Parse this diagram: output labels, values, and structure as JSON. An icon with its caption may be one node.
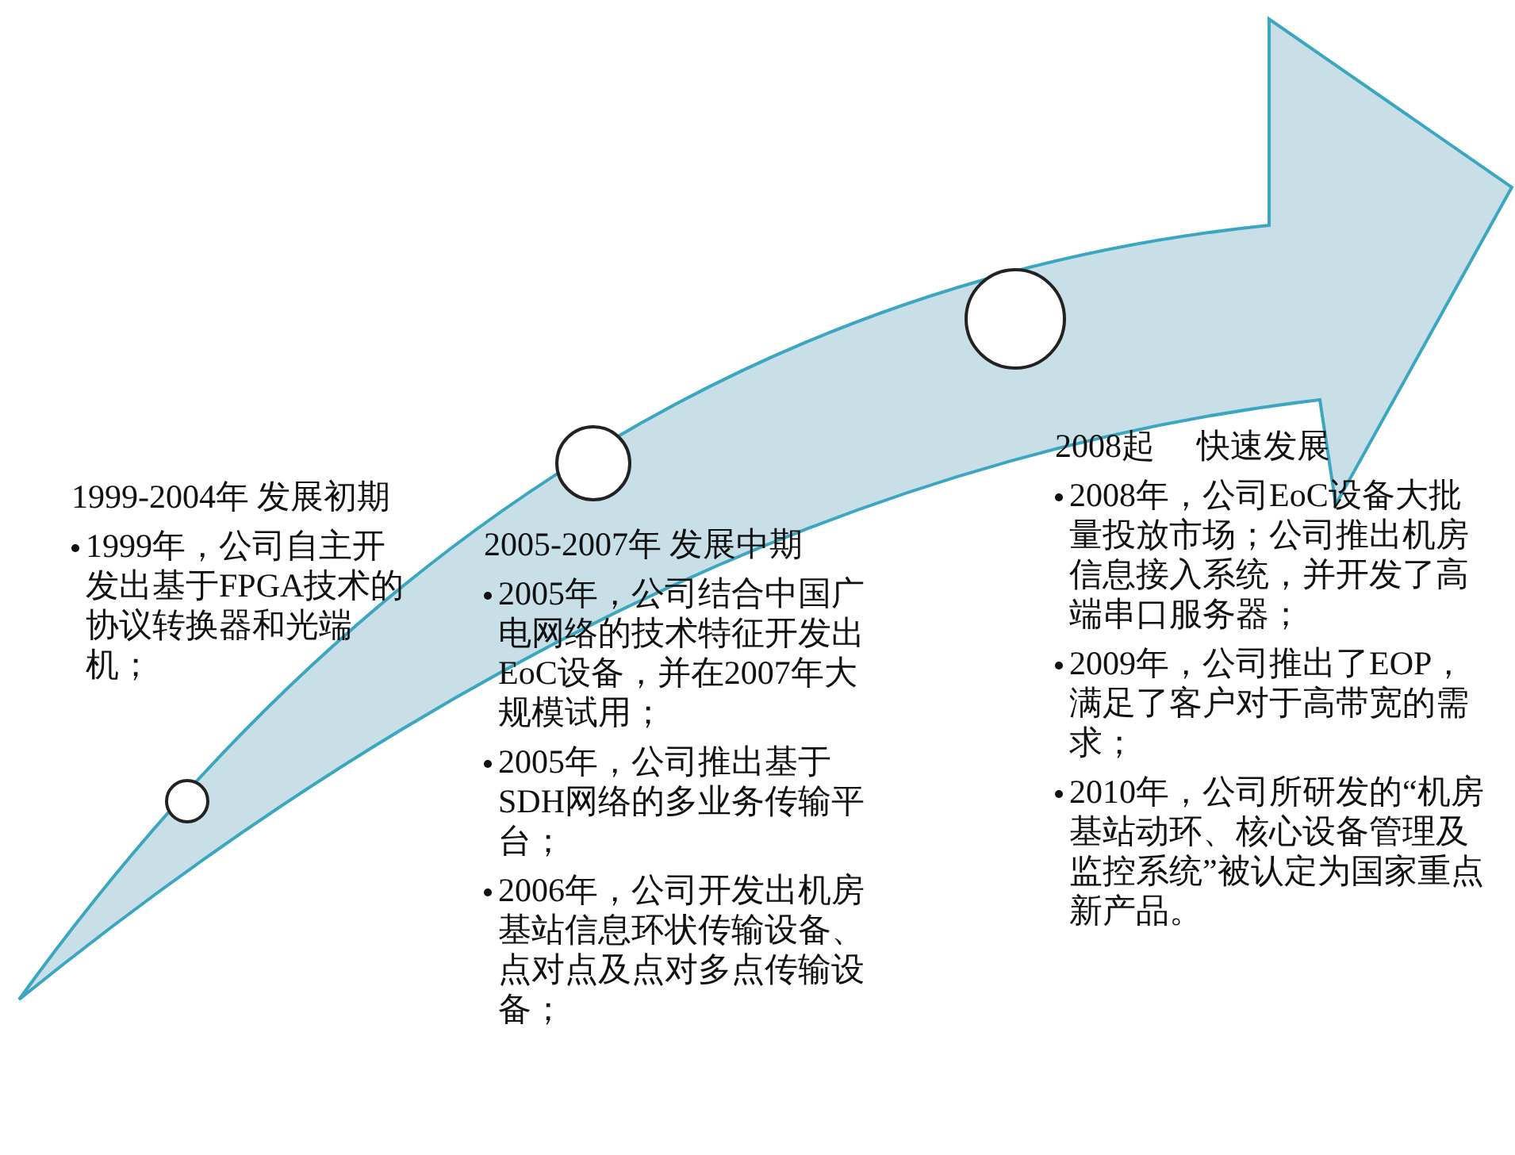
{
  "diagram": {
    "nodes": [
      {
        "text": [],
        "shape": "circle"
      },
      {
        "text": [],
        "shape": "circle"
      },
      {
        "text": [],
        "shape": "circle"
      }
    ],
    "labels": [
      "1999-2004年 发展初期",
      "1999年，公司自主开发出基于FPGA技术的协议转换器和光端机；",
      "2005-2007年 发展中期",
      "2005年，公司结合中国广电网络的技术特征开发出EoC设备，并在2007年大规模试用；",
      "2005年，公司推出基于SDH网络的多业务传输平台；",
      "2006年，公司开发出机房基站信息环状传输设备、点对点及点对多点传输设备；",
      "2008起　 快速发展",
      "2008年，公司EoC设备大批量投放市场；公司推出机房信息接入系统，并开发了高端串口服务器；",
      "2009年，公司推出了EOP，满足了客户对于高带宽的需求；",
      "2010年，公司所研发的“机房基站动环、核心设备管理及监控系统”被认定为国家重点新产品。"
    ]
  }
}
